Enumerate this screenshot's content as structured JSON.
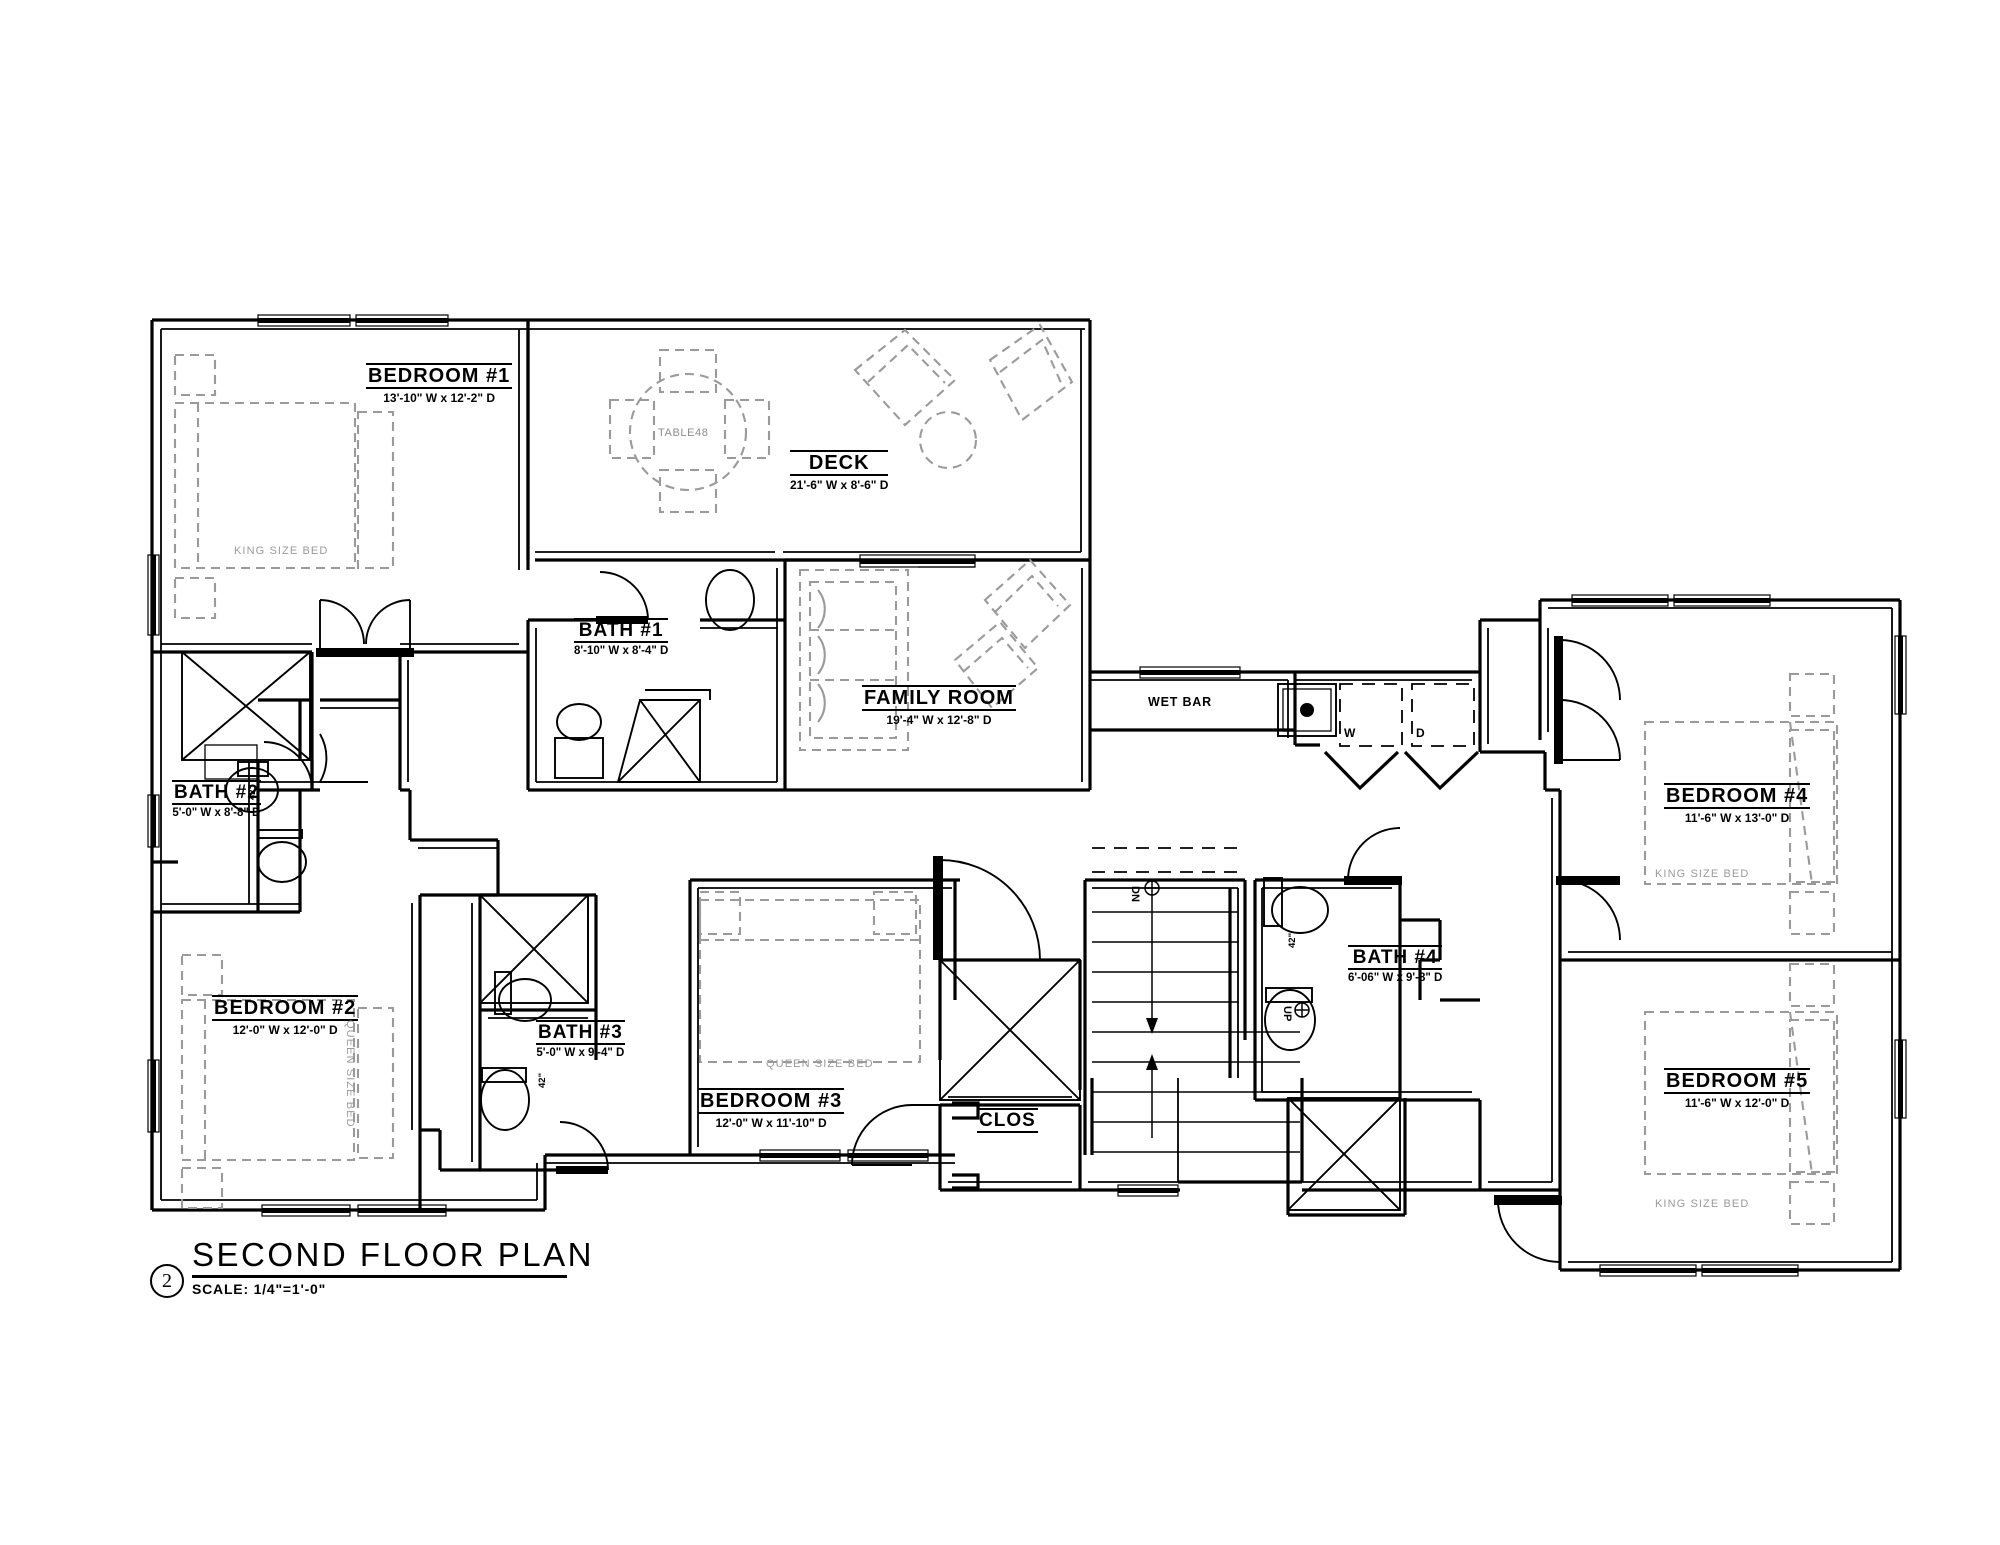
{
  "sheet": {
    "drawing_type": "architectural-floor-plan",
    "title": "SECOND FLOOR PLAN",
    "detail_number": "2",
    "scale": "SCALE: 1/4\"=1'-0\""
  },
  "rooms": [
    {
      "id": "bedroom1",
      "name": "BEDROOM #1",
      "dim": "13'-10\" W x 12'-2\" D"
    },
    {
      "id": "bedroom2",
      "name": "BEDROOM #2",
      "dim": "12'-0\" W x 12'-0\" D"
    },
    {
      "id": "bedroom3",
      "name": "BEDROOM #3",
      "dim": "12'-0\" W x 11'-10\" D"
    },
    {
      "id": "bedroom4",
      "name": "BEDROOM #4",
      "dim": "11'-6\" W x 13'-0\" D"
    },
    {
      "id": "bedroom5",
      "name": "BEDROOM #5",
      "dim": "11'-6\" W x 12'-0\" D"
    },
    {
      "id": "bath1",
      "name": "BATH #1",
      "dim": "8'-10\" W x 8'-4\" D"
    },
    {
      "id": "bath2",
      "name": "BATH #2",
      "dim": "5'-0\" W x 8'-8\" D"
    },
    {
      "id": "bath3",
      "name": "BATH #3",
      "dim": "5'-0\" W x 9'-4\" D"
    },
    {
      "id": "bath4",
      "name": "BATH #4",
      "dim": "6'-06\" W x 9'-8\" D"
    },
    {
      "id": "family",
      "name": "FAMILY ROOM",
      "dim": "19'-4\" W x 12'-8\" D"
    },
    {
      "id": "deck",
      "name": "DECK",
      "dim": "21'-6\" W x 8'-6\" D"
    }
  ],
  "plain_labels": {
    "closet": "CLOS",
    "wet_bar": "WET BAR",
    "table": "TABLE48",
    "washer": "W",
    "dryer": "D",
    "stair_down": "DN",
    "stair_up": "UP",
    "vanity_42a": "42\"",
    "vanity_42b": "42\"",
    "vanity_42c": "42\""
  },
  "furniture_labels": {
    "king1": "KING SIZE BED",
    "king4": "KING SIZE BED",
    "king5": "KING SIZE BED",
    "queen2": "QUEEN SIZE BED",
    "queen3": "QUEEN SIZE BED"
  },
  "colors": {
    "line": "#000000",
    "furniture": "#9a9a9a",
    "background": "#ffffff"
  }
}
